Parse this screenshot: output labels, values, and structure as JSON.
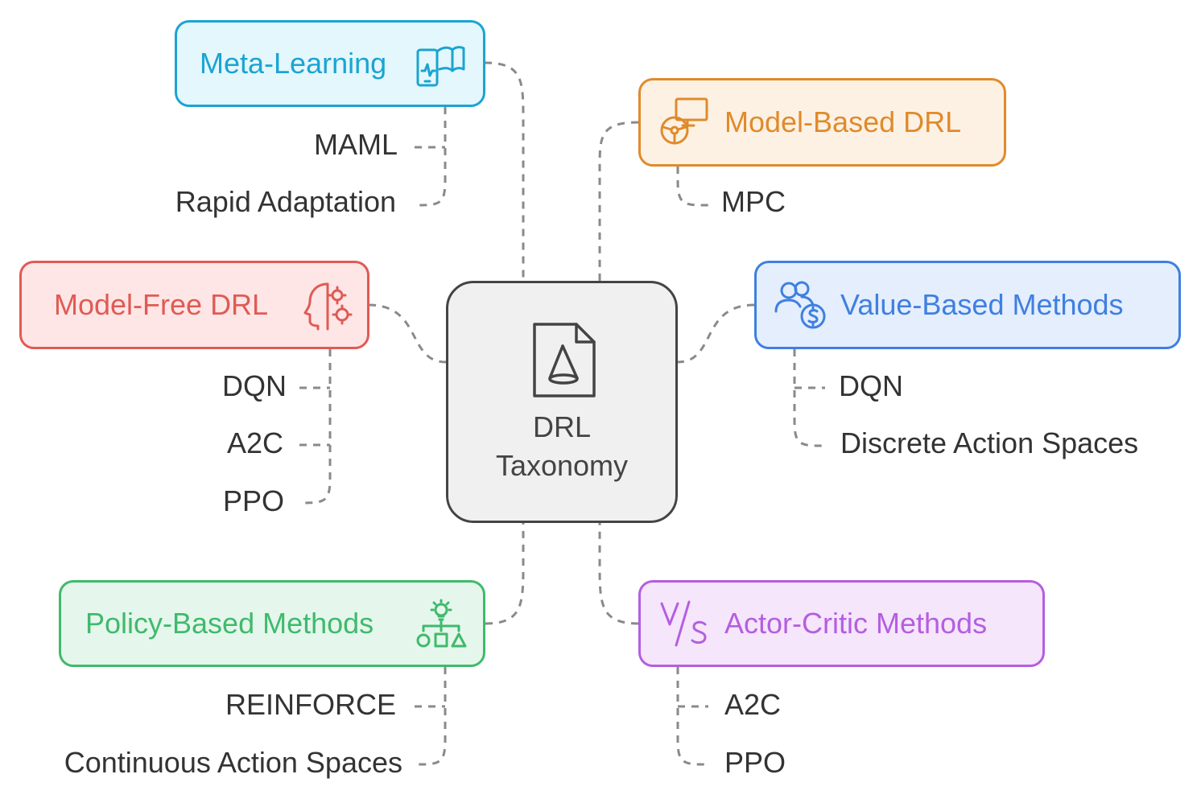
{
  "center": {
    "title_line1": "DRL",
    "title_line2": "Taxonomy",
    "icon": "document-cone-icon",
    "color": "#444444"
  },
  "branches": {
    "meta_learning": {
      "label": "Meta-Learning",
      "icon": "tablet-book-icon",
      "color": "#1aa4d2",
      "children": [
        "MAML",
        "Rapid Adaptation"
      ]
    },
    "model_based": {
      "label": "Model-Based DRL",
      "icon": "steering-monitor-icon",
      "color": "#e08a2c",
      "children": [
        "MPC"
      ]
    },
    "model_free": {
      "label": "Model-Free DRL",
      "icon": "head-gears-icon",
      "color": "#e05a55",
      "children": [
        "DQN",
        "A2C",
        "PPO"
      ]
    },
    "value_based": {
      "label": "Value-Based Methods",
      "icon": "users-dollar-icon",
      "color": "#3f7fe0",
      "children": [
        "DQN",
        "Discrete Action Spaces"
      ]
    },
    "policy_based": {
      "label": "Policy-Based Methods",
      "icon": "idea-shapes-icon",
      "color": "#3fba6c",
      "children": [
        "REINFORCE",
        "Continuous Action Spaces"
      ]
    },
    "actor_critic": {
      "label": "Actor-Critic Methods",
      "icon": "versus-icon",
      "color": "#b55ee0",
      "children": [
        "A2C",
        "PPO"
      ]
    }
  }
}
